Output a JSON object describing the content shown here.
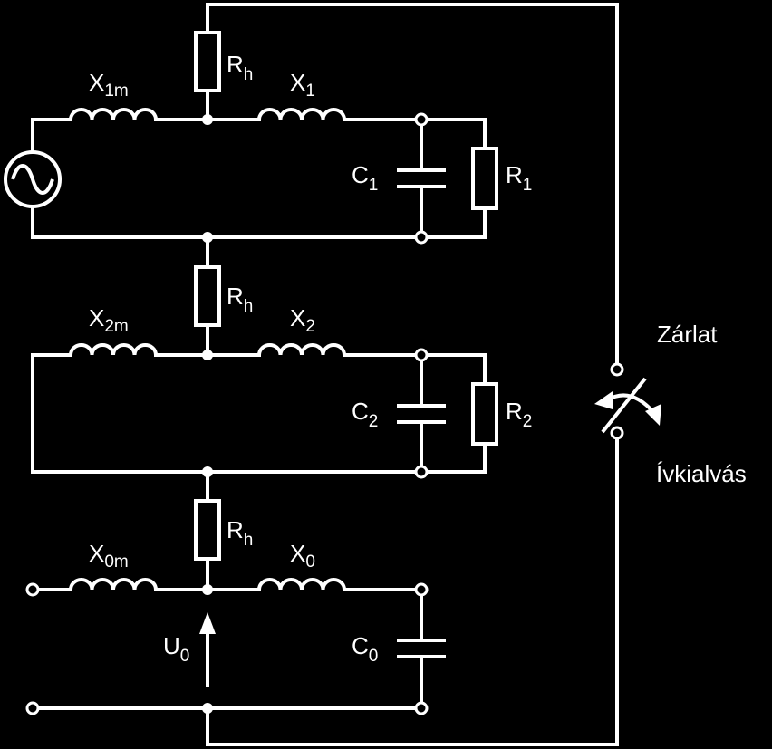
{
  "labels": {
    "rh_top": {
      "main": "R",
      "sub": "h"
    },
    "rh_mid": {
      "main": "R",
      "sub": "h"
    },
    "rh_bot": {
      "main": "R",
      "sub": "h"
    },
    "x1m": {
      "main": "X",
      "sub": "1m"
    },
    "x1": {
      "main": "X",
      "sub": "1"
    },
    "c1": {
      "main": "C",
      "sub": "1"
    },
    "r1": {
      "main": "R",
      "sub": "1"
    },
    "x2m": {
      "main": "X",
      "sub": "2m"
    },
    "x2": {
      "main": "X",
      "sub": "2"
    },
    "c2": {
      "main": "C",
      "sub": "2"
    },
    "r2": {
      "main": "R",
      "sub": "2"
    },
    "x0m": {
      "main": "X",
      "sub": "0m"
    },
    "x0": {
      "main": "X",
      "sub": "0"
    },
    "c0": {
      "main": "C",
      "sub": "0"
    },
    "u0": {
      "main": "U",
      "sub": "0"
    },
    "zarlat": "Zárlat",
    "ivkialvas": "Ívkialvás"
  },
  "colors": {
    "background": "#000000",
    "stroke": "#ffffff"
  }
}
